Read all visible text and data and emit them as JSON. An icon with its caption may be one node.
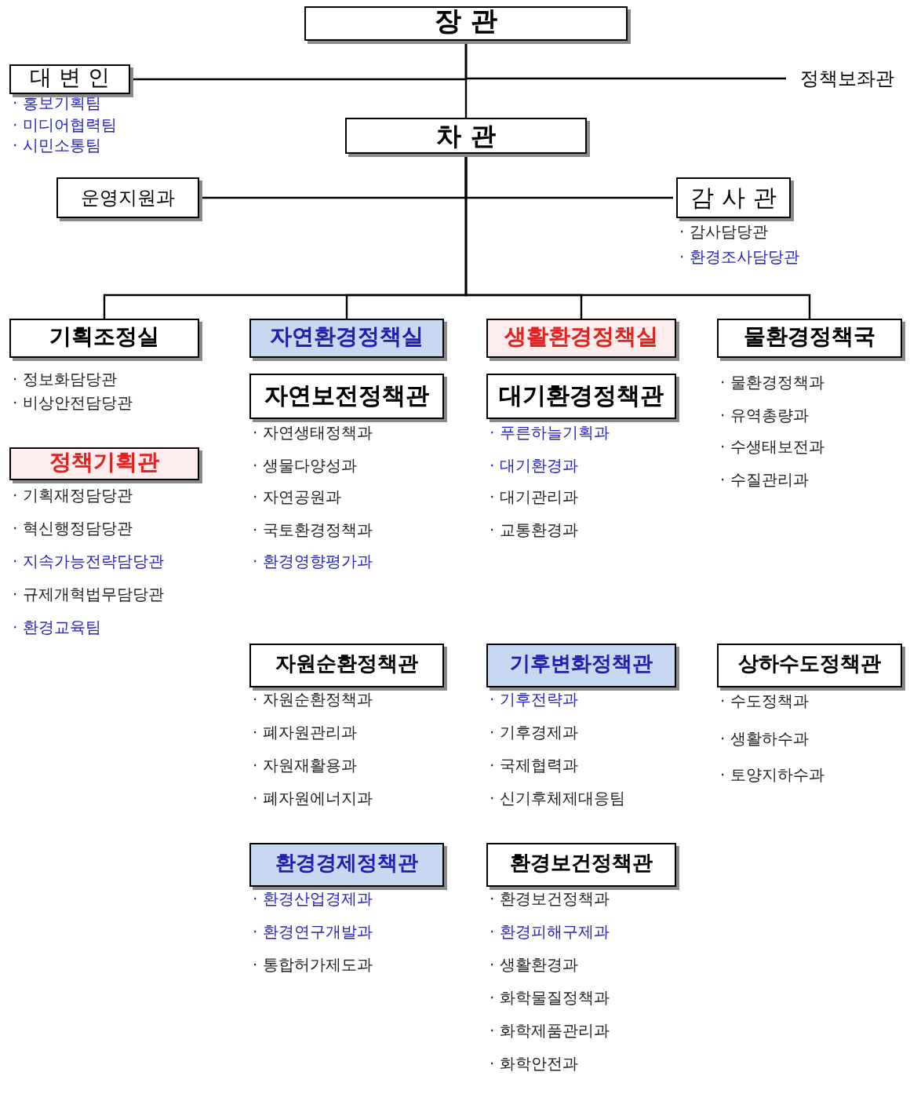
{
  "diagram": {
    "nodes": [
      {
        "text": [
          "장 관"
        ]
      },
      {
        "text": [
          "대 변 인"
        ],
        "beside": [
          "· 홍보기획팀",
          "· 미디어협력팀",
          "· 시민소통팀"
        ]
      },
      {
        "text": [
          "정책보좌관"
        ]
      },
      {
        "text": [
          "차 관"
        ]
      },
      {
        "text": [
          "운영지원과"
        ]
      },
      {
        "text": [
          "감 사 관"
        ],
        "beside": [
          "· 감사담당관",
          "· 환경조사담당관"
        ]
      },
      {
        "text": [
          "기획조정실"
        ],
        "beside": [
          "· 정보화담당관",
          "· 비상안전담당관"
        ]
      },
      {
        "text": [
          "자연환경정책실"
        ]
      },
      {
        "text": [
          "생활환경정책실"
        ]
      },
      {
        "text": [
          "물환경정책국"
        ],
        "beside": [
          "· 물환경정책과",
          "· 유역총량과",
          "· 수생태보전과",
          "· 수질관리과"
        ]
      },
      {
        "text": [
          "정책기획관"
        ],
        "beside": [
          "· 기획재정담당관",
          "· 혁신행정담당관",
          "· 지속가능전략담당관",
          "· 규제개혁법무담당관",
          "· 환경교육팀"
        ]
      },
      {
        "text": [
          "자연보전정책관"
        ],
        "beside": [
          "· 자연생태정책과",
          "· 생물다양성과",
          "· 자연공원과",
          "· 국토환경정책과",
          "· 환경영향평가과"
        ]
      },
      {
        "text": [
          "대기환경정책관"
        ],
        "beside": [
          "· 푸른하늘기획과",
          "· 대기환경과",
          "· 대기관리과",
          "· 교통환경과"
        ]
      },
      {
        "text": [
          "자원순환정책관"
        ],
        "beside": [
          "· 자원순환정책과",
          "· 폐자원관리과",
          "· 자원재활용과",
          "· 폐자원에너지과"
        ]
      },
      {
        "text": [
          "기후변화정책관"
        ],
        "beside": [
          "· 기후전략과",
          "· 기후경제과",
          "· 국제협력과",
          "· 신기후체제대응팀"
        ]
      },
      {
        "text": [
          "상하수도정책관"
        ],
        "beside": [
          "· 수도정책과",
          "· 생활하수과",
          "· 토양지하수과"
        ]
      },
      {
        "text": [
          "환경경제정책관"
        ],
        "beside": [
          "· 환경산업경제과",
          "· 환경연구개발과",
          "· 통합허가제도과"
        ]
      },
      {
        "text": [
          "환경보건정책관"
        ],
        "beside": [
          "· 환경보건정책과",
          "· 환경피해구제과",
          "· 생활환경과",
          "· 화학물질정책과",
          "· 화학제품관리과",
          "· 화학안전과"
        ]
      }
    ],
    "edges": [
      {
        "from": 0,
        "to": 3,
        "arrow": "none"
      },
      {
        "from": 0,
        "to": 1,
        "arrow": "none"
      },
      {
        "from": 0,
        "to": 2,
        "arrow": "none"
      },
      {
        "from": 3,
        "to": 4,
        "arrow": "none"
      },
      {
        "from": 3,
        "to": 5,
        "arrow": "none"
      },
      {
        "from": 3,
        "to": 6,
        "arrow": "none"
      },
      {
        "from": 3,
        "to": 7,
        "arrow": "none"
      },
      {
        "from": 3,
        "to": 8,
        "arrow": "none"
      },
      {
        "from": 3,
        "to": 9,
        "arrow": "none"
      }
    ]
  }
}
